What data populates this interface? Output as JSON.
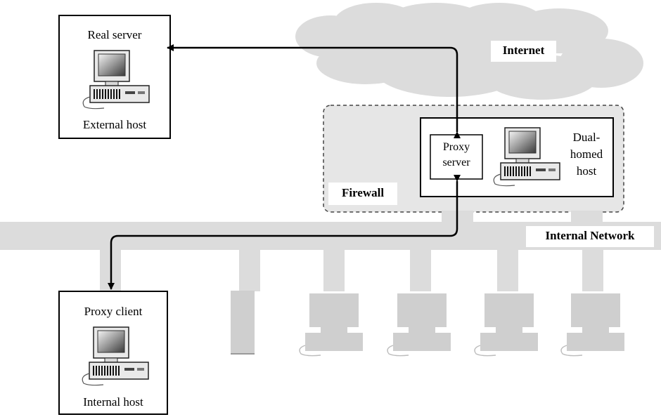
{
  "labels": {
    "internet": "Internet",
    "firewall": "Firewall",
    "internal_network": "Internal Network",
    "real_server": "Real server",
    "external_host": "External host",
    "proxy_server_line1": "Proxy",
    "proxy_server_line2": "server",
    "dual_homed_line1": "Dual-",
    "dual_homed_line2": "homed",
    "dual_homed_line3": "host",
    "proxy_client": "Proxy client",
    "internal_host": "Internal host"
  },
  "colors": {
    "cloud": "#dcdcdc",
    "network_bus": "#dcdcdc",
    "firewall_fill": "#e6e6e6",
    "device_gray": "#cfcfcf",
    "line": "#000000"
  }
}
